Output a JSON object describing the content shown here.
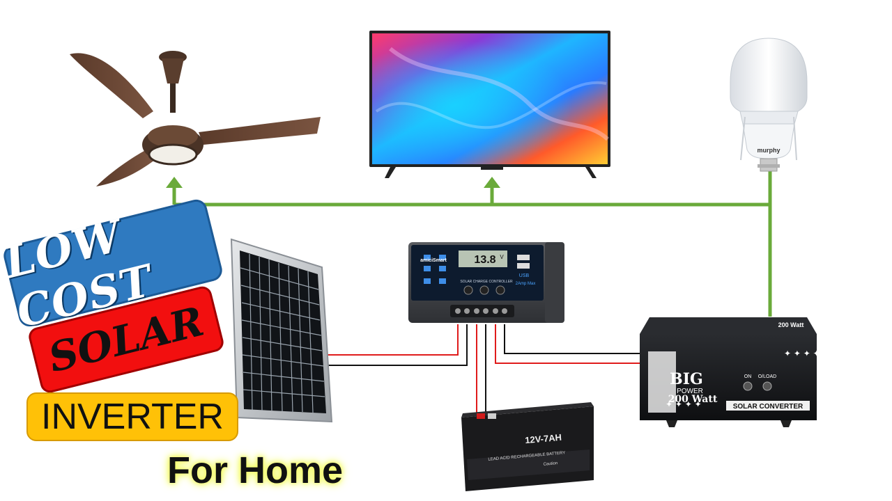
{
  "title": {
    "line1": "LOW COST",
    "line2": "SOLAR",
    "line3": "INVERTER",
    "line4": "For Home"
  },
  "devices": {
    "ceiling_fan": {
      "icon": "ceiling-fan-icon"
    },
    "tv": {
      "icon": "television-icon"
    },
    "bulb": {
      "icon": "led-bulb-icon",
      "brand": "murphy"
    },
    "solar_panel": {
      "icon": "solar-panel-icon"
    },
    "charge_controller": {
      "brand": "amiciSmart",
      "display_value": "13.8",
      "display_unit": "V",
      "label": "SOLAR CHARGE CONTROLLER",
      "usb_label": "USB",
      "usb_rating": "2Amp Max"
    },
    "battery": {
      "rating": "12V-7AH",
      "type": "LEAD ACID RECHARGEABLE BATTERY",
      "caution": "Caution"
    },
    "converter": {
      "brand_big": "BIG",
      "brand_power": "POWER",
      "watt": "200 Watt",
      "top_watt": "200 Watt",
      "switch_on": "ON",
      "switch_oload": "O/LOAD",
      "name": "SOLAR CONVERTER"
    }
  },
  "colors": {
    "wire_green": "#6aaa3a",
    "wire_red": "#e01b1b",
    "wire_black": "#111111",
    "title_blue": "#2f7ac0",
    "title_red": "#f20f0f",
    "title_yellow": "#ffc107"
  }
}
